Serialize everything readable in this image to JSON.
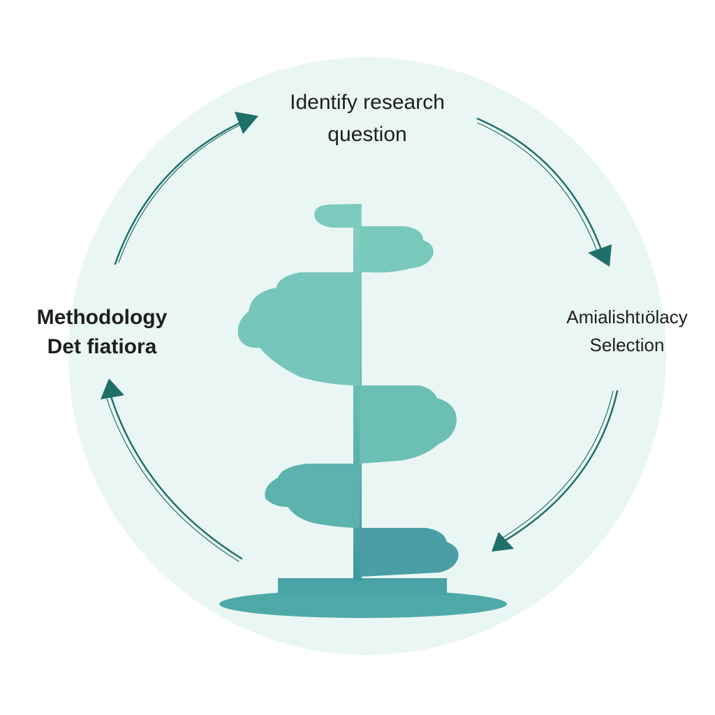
{
  "diagram": {
    "type": "cycle",
    "colors": {
      "background": "#ffffff",
      "circle": "#eaf6f4",
      "arrow": "#1f6f6a",
      "shape_light": "#7ccabe",
      "shape_mid": "#5fb5ad",
      "shape_dark": "#3f9aa0",
      "base": "#4fa9a8"
    },
    "stages": {
      "top": {
        "line1": "Identify research",
        "line2": "question"
      },
      "right": {
        "line1": "Amialishtıölacy",
        "line2": "Selection"
      },
      "left": {
        "line1": "Methodology",
        "line2": "Det fiatiora"
      }
    },
    "center_icon": "spiral-staircase-icon"
  }
}
